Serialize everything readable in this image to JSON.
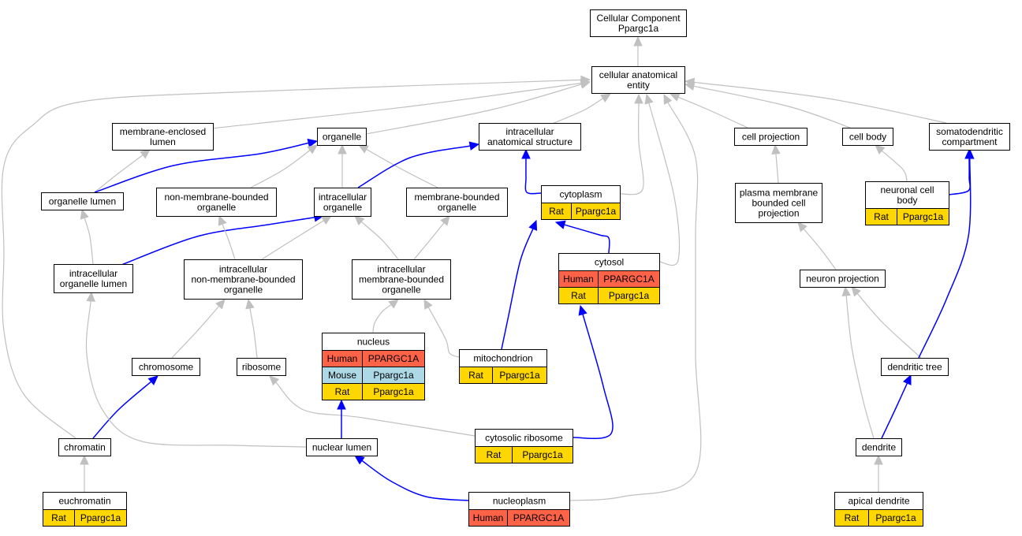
{
  "colors": {
    "human": "#ff6347",
    "mouse": "#add8e6",
    "rat": "#ffd700",
    "edge_is_a": "#c0c0c0",
    "edge_part_of": "#0000ff"
  },
  "nodes": {
    "root": [
      "Cellular Component",
      "Ppargc1a"
    ],
    "cae": [
      "cellular anatomical",
      "entity"
    ],
    "mel": [
      "membrane-enclosed",
      "lumen"
    ],
    "organelle": [
      "organelle"
    ],
    "ias": [
      "intracellular",
      "anatomical structure"
    ],
    "cellproj": [
      "cell projection"
    ],
    "cellbody": [
      "cell body"
    ],
    "somato": [
      "somatodendritic",
      "compartment"
    ],
    "orglumen": [
      "organelle lumen"
    ],
    "nmbo": [
      "non-membrane-bounded",
      "organelle"
    ],
    "intorg": [
      "intracellular",
      "organelle"
    ],
    "mbo": [
      "membrane-bounded",
      "organelle"
    ],
    "cytoplasm": [
      "cytoplasm"
    ],
    "pmbcp": [
      "plasma membrane",
      "bounded cell",
      "projection"
    ],
    "ncb": [
      "neuronal cell",
      "body"
    ],
    "iol": [
      "intracellular",
      "organelle lumen"
    ],
    "inmbo": [
      "intracellular",
      "non-membrane-bounded",
      "organelle"
    ],
    "imbo": [
      "intracellular",
      "membrane-bounded",
      "organelle"
    ],
    "cytosol": [
      "cytosol"
    ],
    "neuproj": [
      "neuron projection"
    ],
    "nucleus": [
      "nucleus"
    ],
    "mito": [
      "mitochondrion"
    ],
    "chromosome": [
      "chromosome"
    ],
    "ribosome": [
      "ribosome"
    ],
    "dendtree": [
      "dendritic tree"
    ],
    "cytribo": [
      "cytosolic ribosome"
    ],
    "chromatin": [
      "chromatin"
    ],
    "nuclumen": [
      "nuclear lumen"
    ],
    "dendrite": [
      "dendrite"
    ],
    "euchromatin": [
      "euchromatin"
    ],
    "nucleoplasm": [
      "nucleoplasm"
    ],
    "apicaldend": [
      "apical dendrite"
    ]
  },
  "annotations": {
    "cytoplasm": [
      {
        "species": "Rat",
        "gene": "Ppargc1a"
      }
    ],
    "ncb": [
      {
        "species": "Rat",
        "gene": "Ppargc1a"
      }
    ],
    "cytosol": [
      {
        "species": "Human",
        "gene": "PPARGC1A"
      },
      {
        "species": "Rat",
        "gene": "Ppargc1a"
      }
    ],
    "nucleus": [
      {
        "species": "Human",
        "gene": "PPARGC1A"
      },
      {
        "species": "Mouse",
        "gene": "Ppargc1a"
      },
      {
        "species": "Rat",
        "gene": "Ppargc1a"
      }
    ],
    "mito": [
      {
        "species": "Rat",
        "gene": "Ppargc1a"
      }
    ],
    "cytribo": [
      {
        "species": "Rat",
        "gene": "Ppargc1a"
      }
    ],
    "euchromatin": [
      {
        "species": "Rat",
        "gene": "Ppargc1a"
      }
    ],
    "nucleoplasm": [
      {
        "species": "Human",
        "gene": "PPARGC1A"
      }
    ],
    "apicaldend": [
      {
        "species": "Rat",
        "gene": "Ppargc1a"
      }
    ]
  },
  "edges": [
    {
      "from": "cae",
      "to": "root",
      "type": "is_a"
    },
    {
      "from": "mel",
      "to": "cae",
      "type": "is_a"
    },
    {
      "from": "organelle",
      "to": "cae",
      "type": "is_a"
    },
    {
      "from": "ias",
      "to": "cae",
      "type": "is_a"
    },
    {
      "from": "cellproj",
      "to": "cae",
      "type": "is_a"
    },
    {
      "from": "cellbody",
      "to": "cae",
      "type": "is_a"
    },
    {
      "from": "somato",
      "to": "cae",
      "type": "is_a"
    },
    {
      "from": "cytoplasm",
      "to": "cae",
      "type": "is_a"
    },
    {
      "from": "cytosol",
      "to": "cae",
      "type": "is_a"
    },
    {
      "from": "chromatin",
      "to": "cae",
      "type": "is_a"
    },
    {
      "from": "nucleoplasm",
      "to": "cae",
      "type": "is_a"
    },
    {
      "from": "orglumen",
      "to": "mel",
      "type": "is_a"
    },
    {
      "from": "orglumen",
      "to": "organelle",
      "type": "part_of"
    },
    {
      "from": "nmbo",
      "to": "organelle",
      "type": "is_a"
    },
    {
      "from": "intorg",
      "to": "organelle",
      "type": "is_a"
    },
    {
      "from": "mbo",
      "to": "organelle",
      "type": "is_a"
    },
    {
      "from": "intorg",
      "to": "ias",
      "type": "part_of"
    },
    {
      "from": "cytoplasm",
      "to": "ias",
      "type": "part_of"
    },
    {
      "from": "pmbcp",
      "to": "cellproj",
      "type": "is_a"
    },
    {
      "from": "ncb",
      "to": "cellbody",
      "type": "is_a"
    },
    {
      "from": "ncb",
      "to": "somato",
      "type": "part_of"
    },
    {
      "from": "iol",
      "to": "orglumen",
      "type": "is_a"
    },
    {
      "from": "iol",
      "to": "intorg",
      "type": "part_of"
    },
    {
      "from": "inmbo",
      "to": "nmbo",
      "type": "is_a"
    },
    {
      "from": "inmbo",
      "to": "intorg",
      "type": "is_a"
    },
    {
      "from": "imbo",
      "to": "intorg",
      "type": "is_a"
    },
    {
      "from": "imbo",
      "to": "mbo",
      "type": "is_a"
    },
    {
      "from": "cytosol",
      "to": "cytoplasm",
      "type": "part_of"
    },
    {
      "from": "mito",
      "to": "cytoplasm",
      "type": "part_of"
    },
    {
      "from": "neuproj",
      "to": "pmbcp",
      "type": "is_a"
    },
    {
      "from": "nucleus",
      "to": "imbo",
      "type": "is_a"
    },
    {
      "from": "mito",
      "to": "imbo",
      "type": "is_a"
    },
    {
      "from": "chromosome",
      "to": "inmbo",
      "type": "is_a"
    },
    {
      "from": "ribosome",
      "to": "inmbo",
      "type": "is_a"
    },
    {
      "from": "dendtree",
      "to": "neuproj",
      "type": "is_a"
    },
    {
      "from": "dendtree",
      "to": "somato",
      "type": "part_of"
    },
    {
      "from": "cytribo",
      "to": "ribosome",
      "type": "is_a"
    },
    {
      "from": "cytribo",
      "to": "cytosol",
      "type": "part_of"
    },
    {
      "from": "chromatin",
      "to": "chromosome",
      "type": "part_of"
    },
    {
      "from": "nuclumen",
      "to": "iol",
      "type": "is_a"
    },
    {
      "from": "nuclumen",
      "to": "nucleus",
      "type": "part_of"
    },
    {
      "from": "dendrite",
      "to": "neuproj",
      "type": "is_a"
    },
    {
      "from": "dendrite",
      "to": "dendtree",
      "type": "part_of"
    },
    {
      "from": "euchromatin",
      "to": "chromatin",
      "type": "is_a"
    },
    {
      "from": "nucleoplasm",
      "to": "nuclumen",
      "type": "part_of"
    },
    {
      "from": "apicaldend",
      "to": "dendrite",
      "type": "is_a"
    }
  ]
}
